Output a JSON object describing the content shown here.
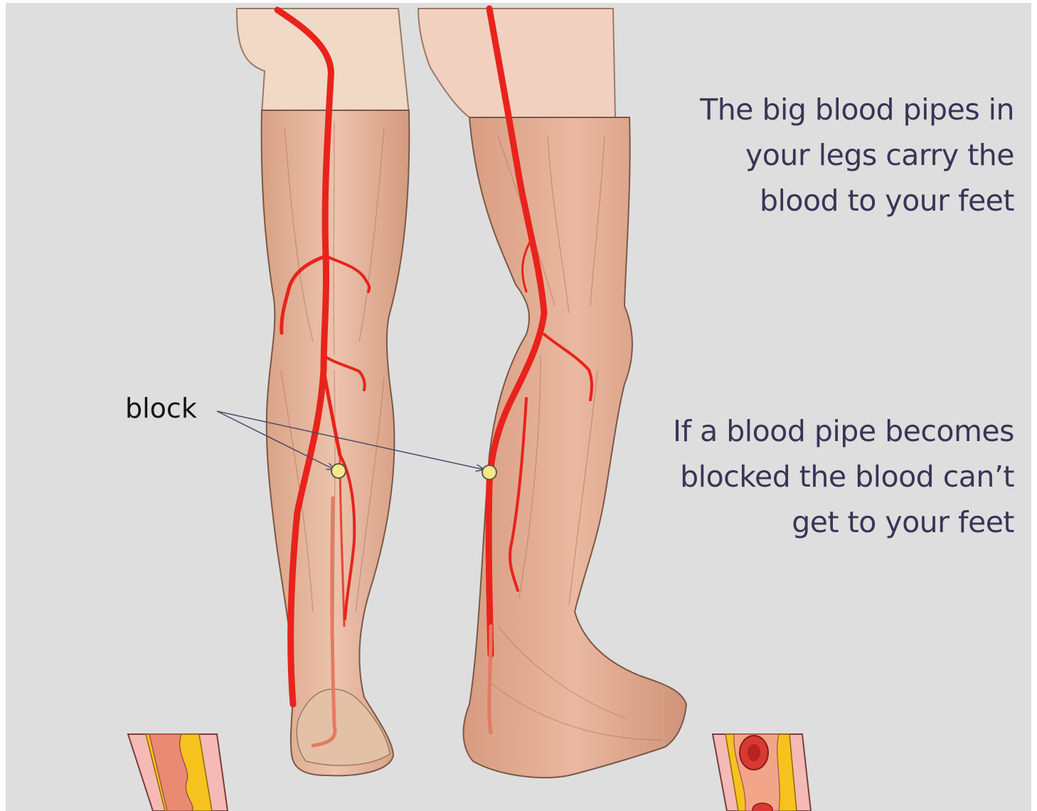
{
  "captions": {
    "top": [
      "The big blood pipes in",
      "your legs carry the",
      "blood to your feet"
    ],
    "bottom": [
      "If a blood pipe becomes",
      "blocked  the blood can’t",
      "get to your feet"
    ]
  },
  "labels": {
    "block": "block"
  },
  "colors": {
    "background": "#dedede",
    "artery": "#e8231c",
    "skin": "#e7b9a3",
    "blockage_marker": "#f3e98a",
    "plaque": "#f6c21d",
    "text": "#3a3456"
  }
}
